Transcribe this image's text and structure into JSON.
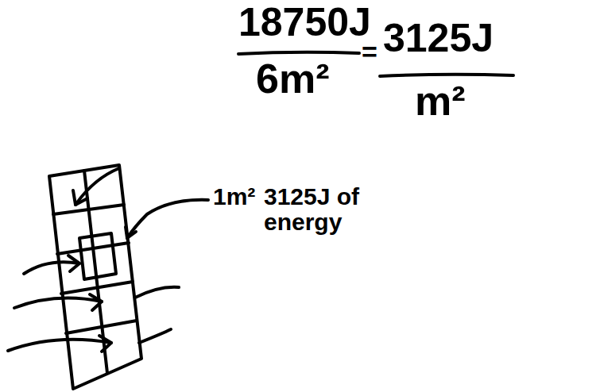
{
  "diagram": {
    "labels": [
      "18750J",
      "6m²",
      "=",
      "3125J",
      "m²",
      "1m²",
      "3125J of energy"
    ]
  }
}
